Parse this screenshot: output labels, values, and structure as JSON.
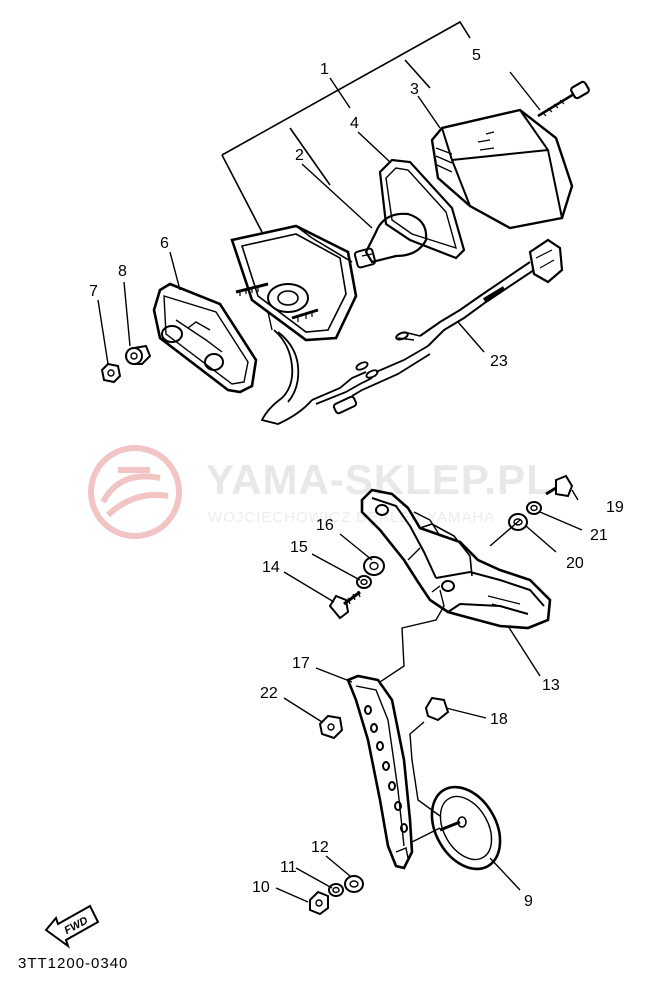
{
  "watermark": {
    "brand": "YAMA-SKLEP.PL",
    "subtitle": "WOJCIECHOWICZ DEALER YAMAHA",
    "logo_color": "#f3c4c4",
    "text_color": "#e4e4e4"
  },
  "diagram": {
    "part_code": "3TT1200-0340",
    "fwd_label": "FWD",
    "line_color": "#000000"
  },
  "callouts": {
    "c1": "1",
    "c2": "2",
    "c3": "3",
    "c4": "4",
    "c5": "5",
    "c6": "6",
    "c7": "7",
    "c8": "8",
    "c9": "9",
    "c10": "10",
    "c11": "11",
    "c12": "12",
    "c13": "13",
    "c14": "14",
    "c15": "15",
    "c16": "16",
    "c17": "17",
    "c18": "18",
    "c19": "19",
    "c20": "20",
    "c21": "21",
    "c22": "22",
    "c23": "23"
  }
}
